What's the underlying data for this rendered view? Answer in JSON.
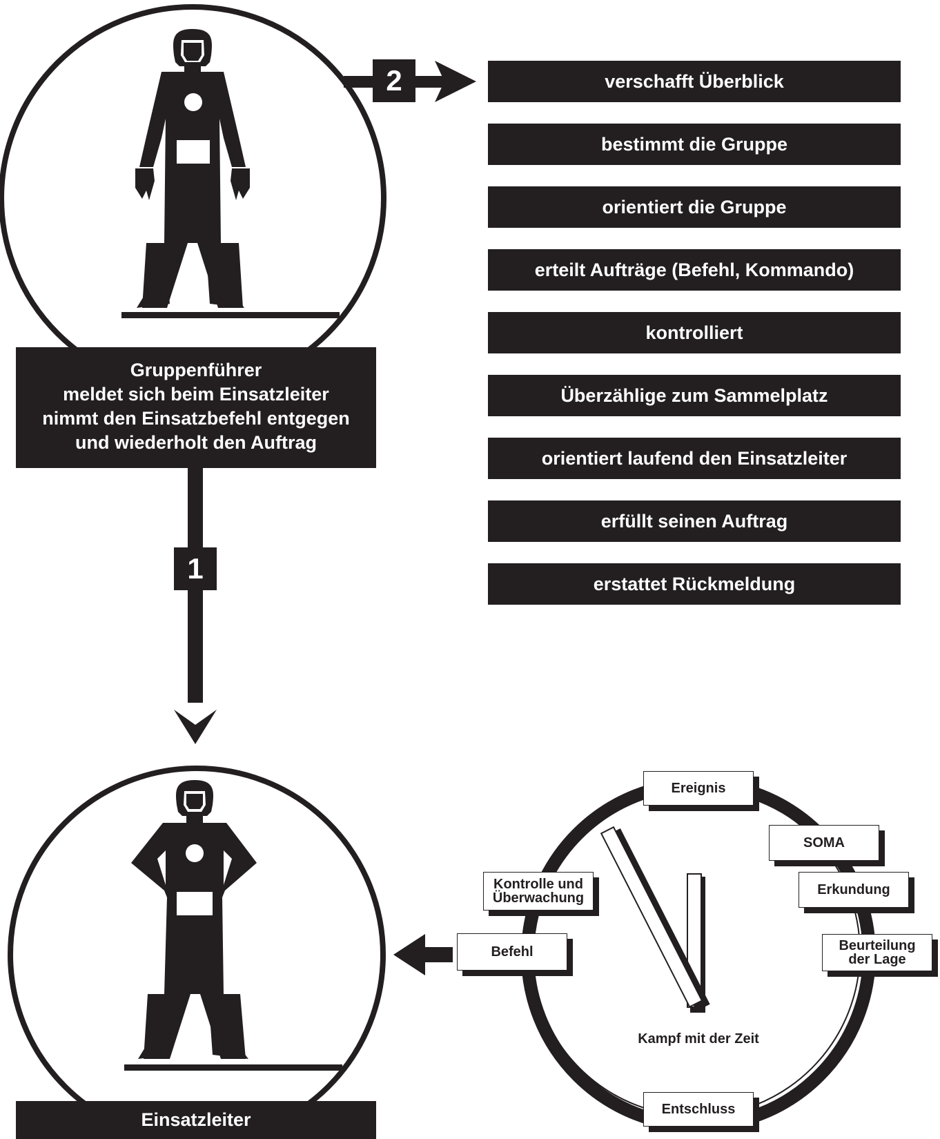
{
  "leader": {
    "caption_lines": [
      "Gruppenführer",
      "meldet sich beim Einsatzleiter",
      "nimmt den Einsatzbefehl entgegen",
      "und wiederholt den Auftrag"
    ],
    "icon": "firefighter-standing-icon"
  },
  "commander": {
    "caption": "Einsatzleiter",
    "icon": "firefighter-hands-on-hips-icon"
  },
  "steps": {
    "one": "1",
    "two": "2"
  },
  "tasks": [
    "verschafft Überblick",
    "bestimmt die Gruppe",
    "orientiert die Gruppe",
    "erteilt Aufträge (Befehl, Kommando)",
    "kontrolliert",
    "Überzählige zum Sammelplatz",
    "orientiert laufend den Einsatzleiter",
    "erfüllt seinen Auftrag",
    "erstattet Rückmeldung"
  ],
  "cycle": {
    "center_label": "Kampf mit der Zeit",
    "labels": {
      "ereignis": "Ereignis",
      "soma": "SOMA",
      "erkundung": "Erkundung",
      "beurteilung_line1": "Beurteilung",
      "beurteilung_line2": "der Lage",
      "entschluss": "Entschluss",
      "befehl": "Befehl",
      "kontrolle_line1": "Kontrolle und",
      "kontrolle_line2": "Überwachung"
    },
    "icon": "clock-icon"
  },
  "colors": {
    "ink": "#231f20",
    "paper": "#ffffff"
  }
}
